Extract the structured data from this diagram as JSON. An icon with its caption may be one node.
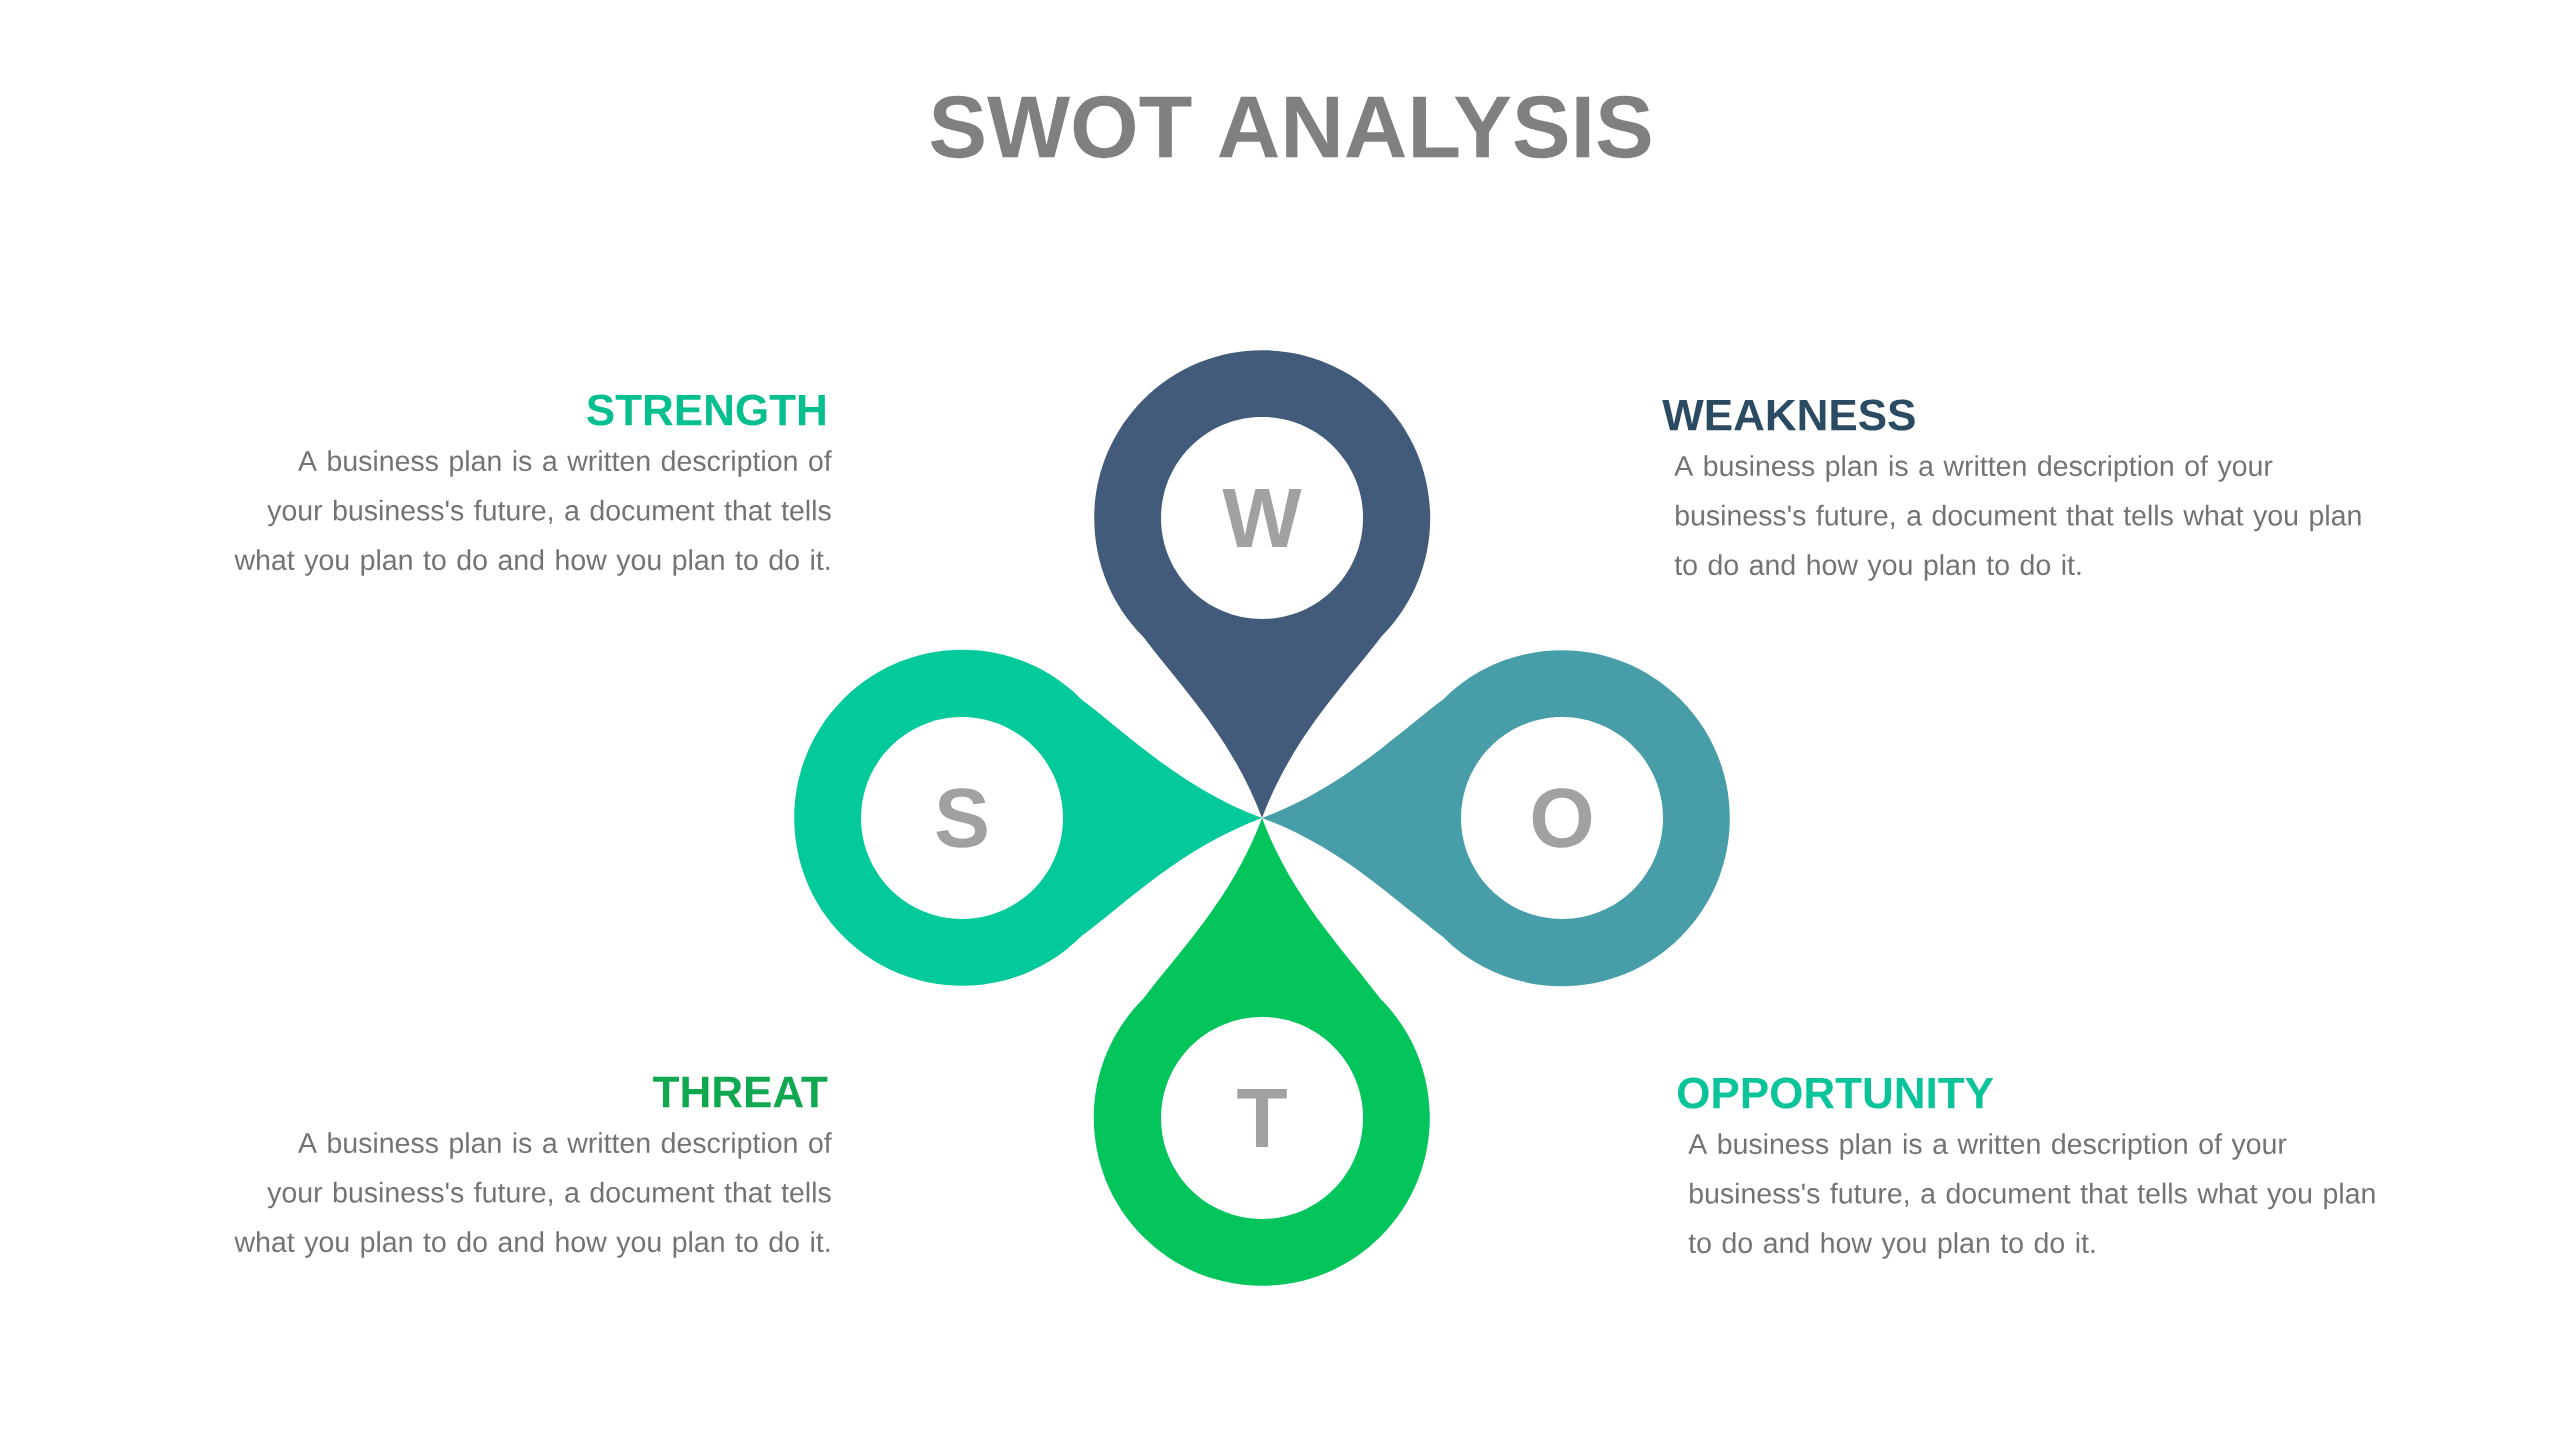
{
  "diagram": {
    "title": "SWOT ANALYSIS",
    "nodes": [
      {
        "text": [
          "W"
        ],
        "beside": [
          "WEAKNESS",
          "A business plan is a written description of your business's future, a document that tells what you plan to do and how you plan to do it."
        ]
      },
      {
        "text": [
          "S"
        ],
        "beside": [
          "STRENGTH",
          "A business plan is a written description of your business's future, a document that tells what you plan to do and how you plan to do it."
        ]
      },
      {
        "text": [
          "O"
        ],
        "beside": [
          "OPPORTUNITY",
          "A business plan is a written description of your business's future, a document that tells what you plan to do and how you plan to do it."
        ]
      },
      {
        "text": [
          "T"
        ],
        "beside": [
          "THREAT",
          "A business plan is a written description of your business's future, a document that tells what you plan to do and how you plan to do it."
        ]
      }
    ]
  }
}
